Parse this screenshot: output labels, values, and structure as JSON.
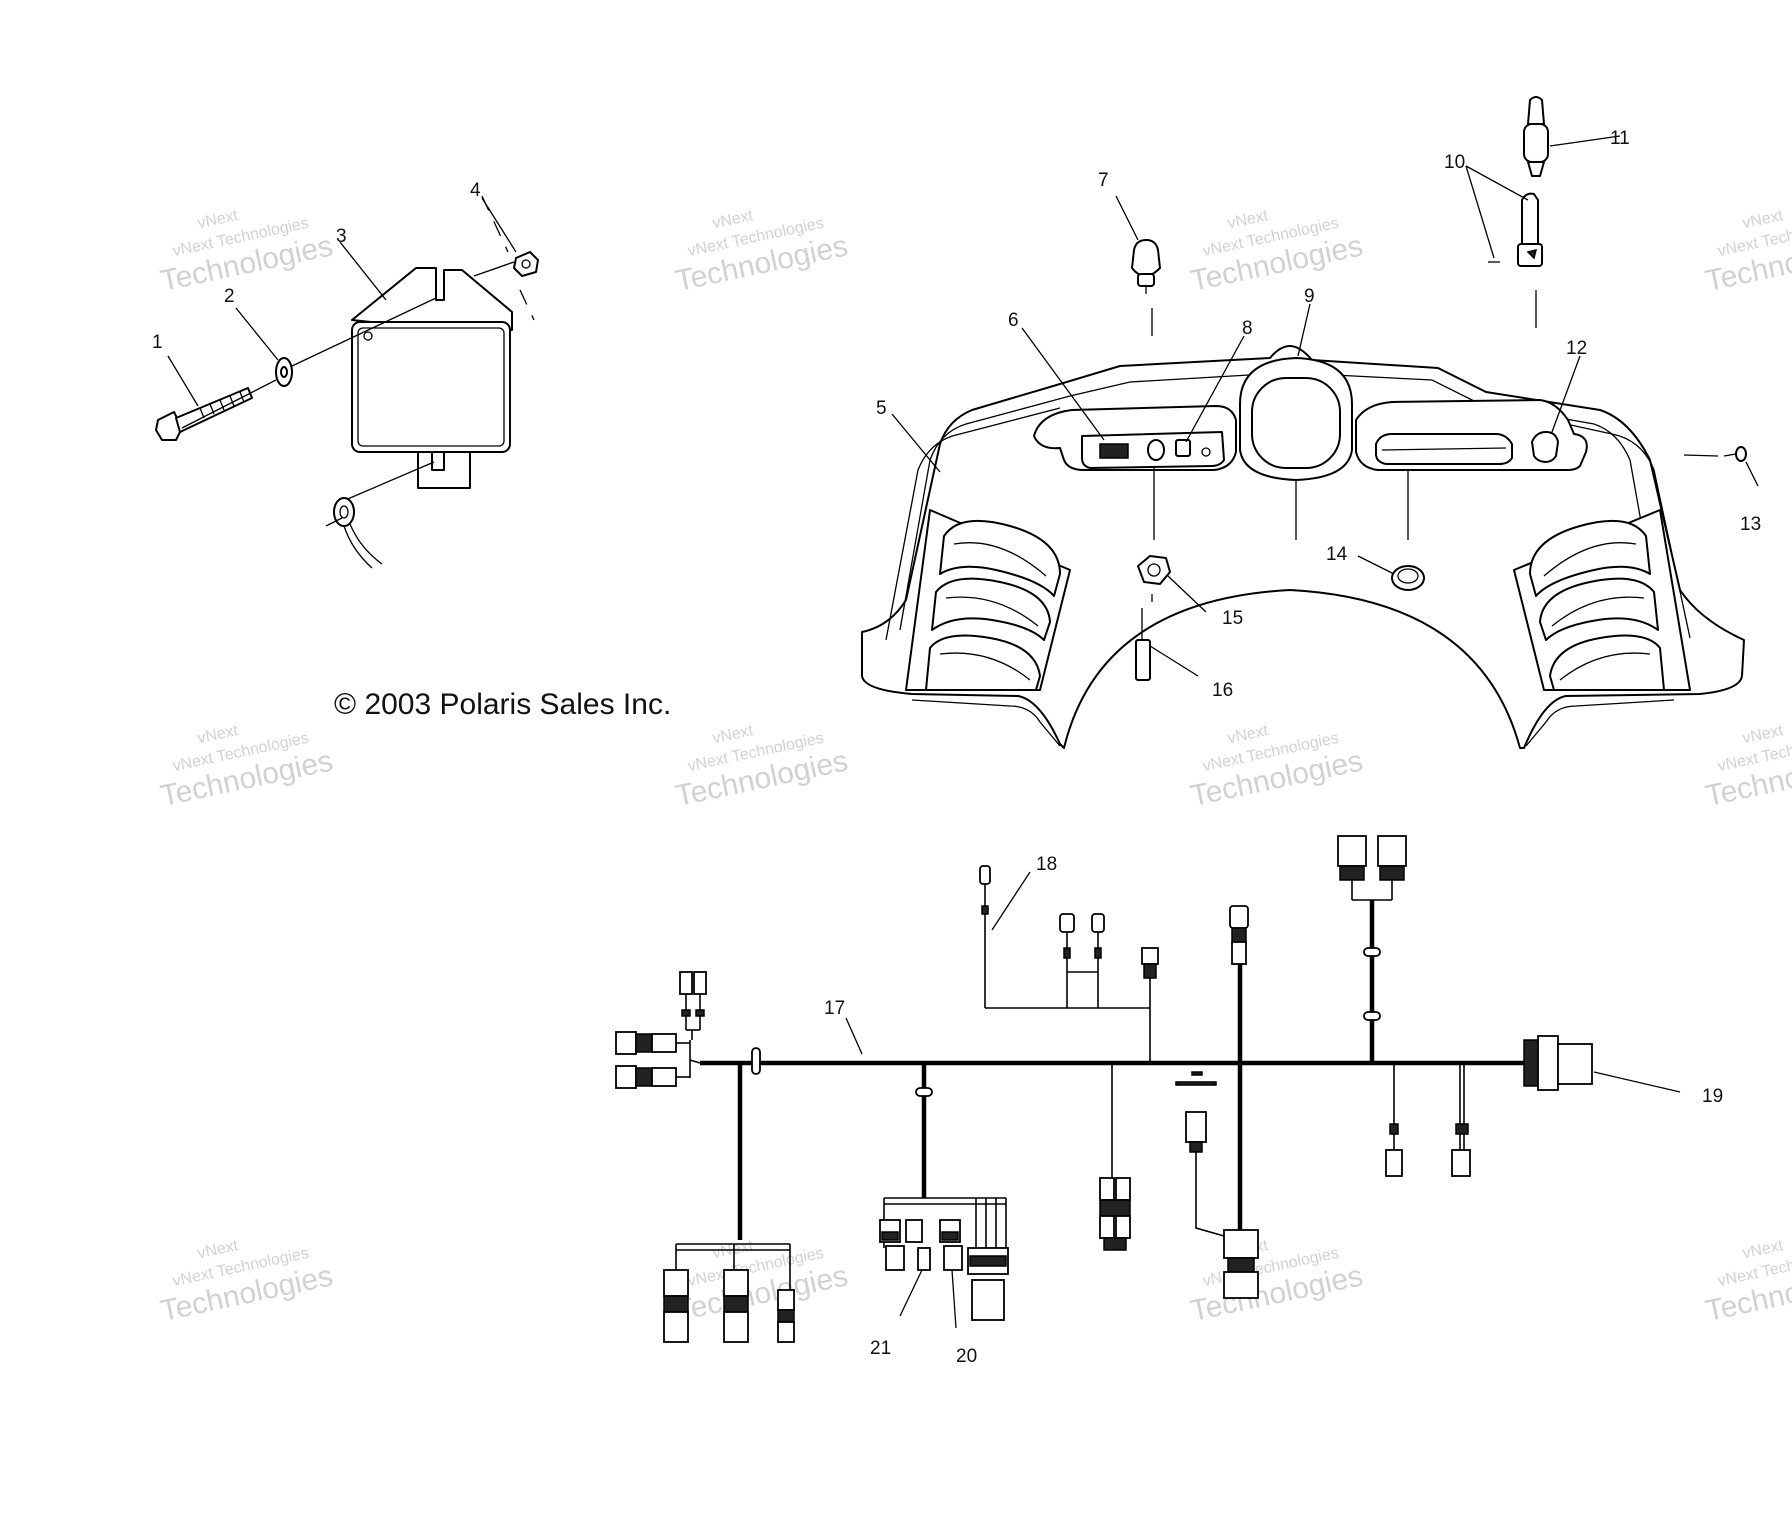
{
  "copyright": "© 2003 Polaris Sales Inc.",
  "watermark": {
    "line_small": "vNext Technologies",
    "line_large": "Technologies",
    "line_top": "vNext"
  },
  "callouts": [
    {
      "id": "1",
      "text": "1"
    },
    {
      "id": "2",
      "text": "2"
    },
    {
      "id": "3",
      "text": "3"
    },
    {
      "id": "4",
      "text": "4"
    },
    {
      "id": "5",
      "text": "5"
    },
    {
      "id": "6",
      "text": "6"
    },
    {
      "id": "7",
      "text": "7"
    },
    {
      "id": "8",
      "text": "8"
    },
    {
      "id": "9",
      "text": "9"
    },
    {
      "id": "10",
      "text": "10"
    },
    {
      "id": "11",
      "text": "11"
    },
    {
      "id": "12",
      "text": "12"
    },
    {
      "id": "13",
      "text": "13"
    },
    {
      "id": "14",
      "text": "14"
    },
    {
      "id": "15",
      "text": "15"
    },
    {
      "id": "16",
      "text": "16"
    },
    {
      "id": "17",
      "text": "17"
    },
    {
      "id": "18",
      "text": "18"
    },
    {
      "id": "19",
      "text": "19"
    },
    {
      "id": "20",
      "text": "20"
    },
    {
      "id": "21",
      "text": "21"
    }
  ]
}
